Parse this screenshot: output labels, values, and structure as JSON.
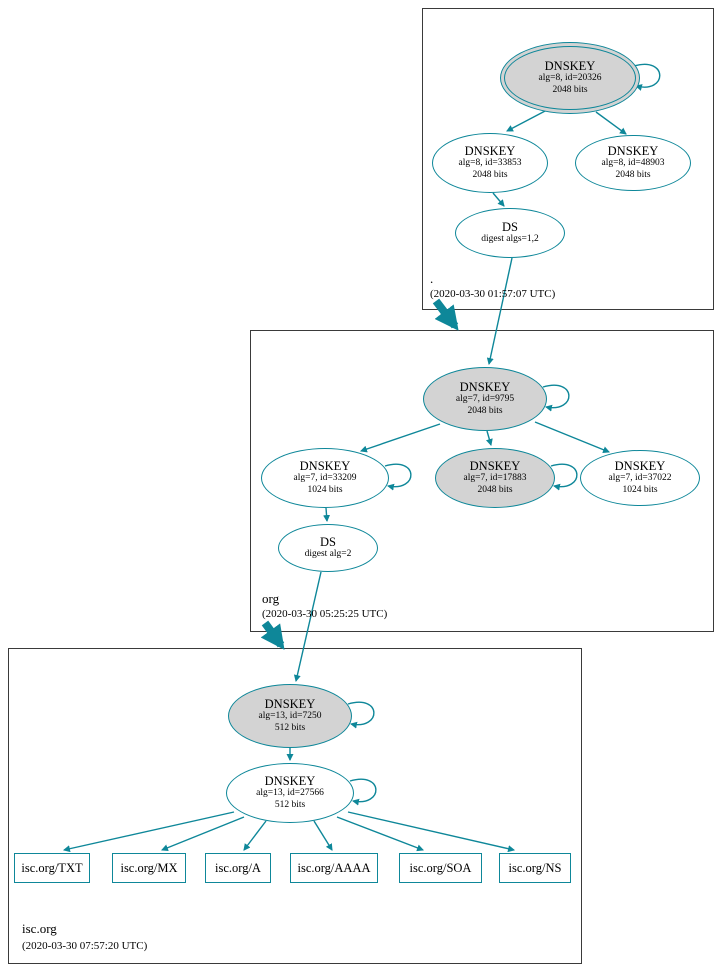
{
  "colors": {
    "edge_teal": "#0e8799",
    "ksk_gray_fill": "#d3d3d3",
    "background": "#ffffff"
  },
  "zones": {
    "root": {
      "name": ".",
      "timestamp": "(2020-03-30 01:57:07 UTC)",
      "ksk": {
        "title": "DNSKEY",
        "line1": "alg=8, id=20326",
        "line2": "2048 bits"
      },
      "zsk": {
        "title": "DNSKEY",
        "line1": "alg=8, id=33853",
        "line2": "2048 bits"
      },
      "key2": {
        "title": "DNSKEY",
        "line1": "alg=8, id=48903",
        "line2": "2048 bits"
      },
      "ds": {
        "title": "DS",
        "line1": "digest algs=1,2"
      }
    },
    "org": {
      "name": "org",
      "timestamp": "(2020-03-30 05:25:25 UTC)",
      "ksk": {
        "title": "DNSKEY",
        "line1": "alg=7, id=9795",
        "line2": "2048 bits"
      },
      "zsk": {
        "title": "DNSKEY",
        "line1": "alg=7, id=33209",
        "line2": "1024 bits"
      },
      "key2": {
        "title": "DNSKEY",
        "line1": "alg=7, id=17883",
        "line2": "2048 bits"
      },
      "key3": {
        "title": "DNSKEY",
        "line1": "alg=7, id=37022",
        "line2": "1024 bits"
      },
      "ds": {
        "title": "DS",
        "line1": "digest alg=2"
      }
    },
    "isc": {
      "name": "isc.org",
      "timestamp": "(2020-03-30 07:57:20 UTC)",
      "ksk": {
        "title": "DNSKEY",
        "line1": "alg=13, id=7250",
        "line2": "512 bits"
      },
      "zsk": {
        "title": "DNSKEY",
        "line1": "alg=13, id=27566",
        "line2": "512 bits"
      },
      "records": [
        "isc.org/TXT",
        "isc.org/MX",
        "isc.org/A",
        "isc.org/AAAA",
        "isc.org/SOA",
        "isc.org/NS"
      ]
    }
  }
}
